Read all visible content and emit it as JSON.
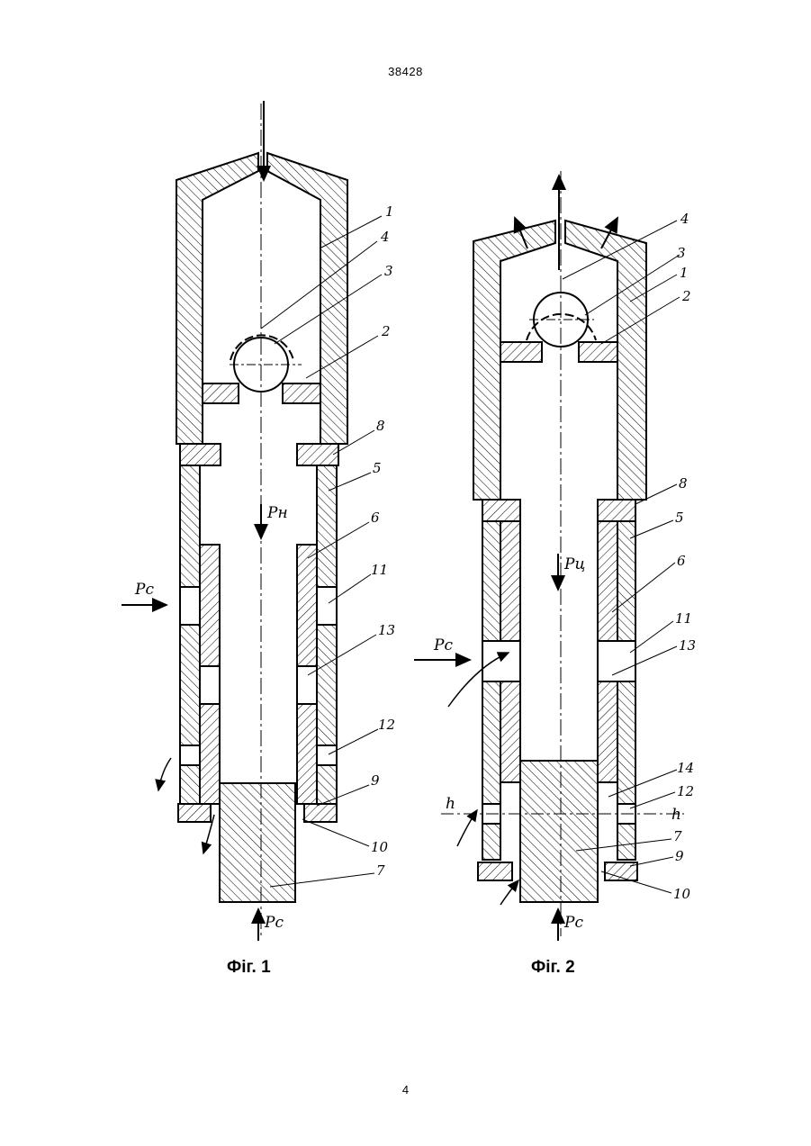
{
  "page": {
    "patent_number": "38428",
    "page_number": "4"
  },
  "figure1": {
    "caption": "Фіг. 1",
    "labels": {
      "n1": "1",
      "n2": "2",
      "n3": "3",
      "n4": "4",
      "n5": "5",
      "n6": "6",
      "n7": "7",
      "n8": "8",
      "n9": "9",
      "n10": "10",
      "n11": "11",
      "n12": "12",
      "n13": "13"
    },
    "pressure_top": "Pн",
    "pressure_side": "Pc",
    "pressure_bottom": "Pc"
  },
  "figure2": {
    "caption": "Фіг. 2",
    "labels": {
      "n1": "1",
      "n2": "2",
      "n3": "3",
      "n4": "4",
      "n5": "5",
      "n6": "6",
      "n7": "7",
      "n8": "8",
      "n9": "9",
      "n10": "10",
      "n11": "11",
      "n12": "12",
      "n13": "13",
      "n14": "14",
      "h_left": "h",
      "h_right": "h"
    },
    "pressure_mid": "Pц",
    "pressure_side": "Pc",
    "pressure_bottom": "Pc"
  },
  "colors": {
    "ink": "#000000",
    "paper": "#ffffff"
  }
}
